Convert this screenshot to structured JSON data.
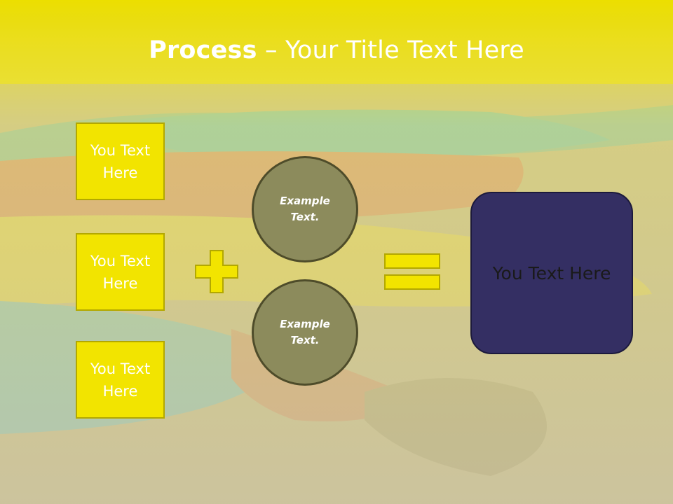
{
  "title": {
    "bold": "Process",
    "rest": " – Your Title Text Here"
  },
  "boxes": [
    "You Text Here",
    "You Text Here",
    "You Text Here"
  ],
  "circles": [
    "Example Text.",
    "Example Text."
  ],
  "operators": {
    "plus": "plus-icon",
    "equals": "equals-icon"
  },
  "result": "You Text Here",
  "colors": {
    "accent": "#F2E400",
    "circle": "#8C8B5C",
    "result": "#342F63"
  }
}
